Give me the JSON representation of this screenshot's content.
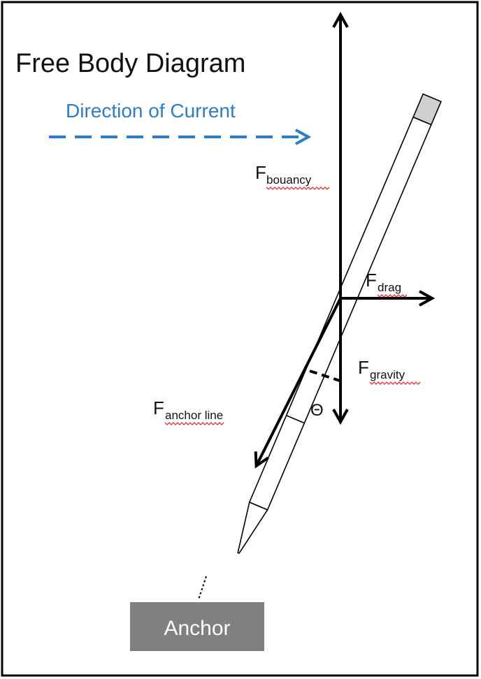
{
  "title": "Free Body Diagram",
  "current": {
    "label": "Direction of Current",
    "color": "#2f7dc4"
  },
  "forces": {
    "buoyancy": {
      "symbol": "F",
      "subscript": "bouancy"
    },
    "drag": {
      "symbol": "F",
      "subscript": "drag"
    },
    "gravity": {
      "symbol": "F",
      "subscript": "gravity"
    },
    "anchor_line": {
      "symbol": "F",
      "subscript": "anchor line"
    }
  },
  "angle_label": "Θ",
  "anchor": {
    "label": "Anchor",
    "color": "#808080"
  },
  "colors": {
    "arrow": "#000000",
    "outline": "#000000",
    "cap": "#d0d0d0"
  }
}
